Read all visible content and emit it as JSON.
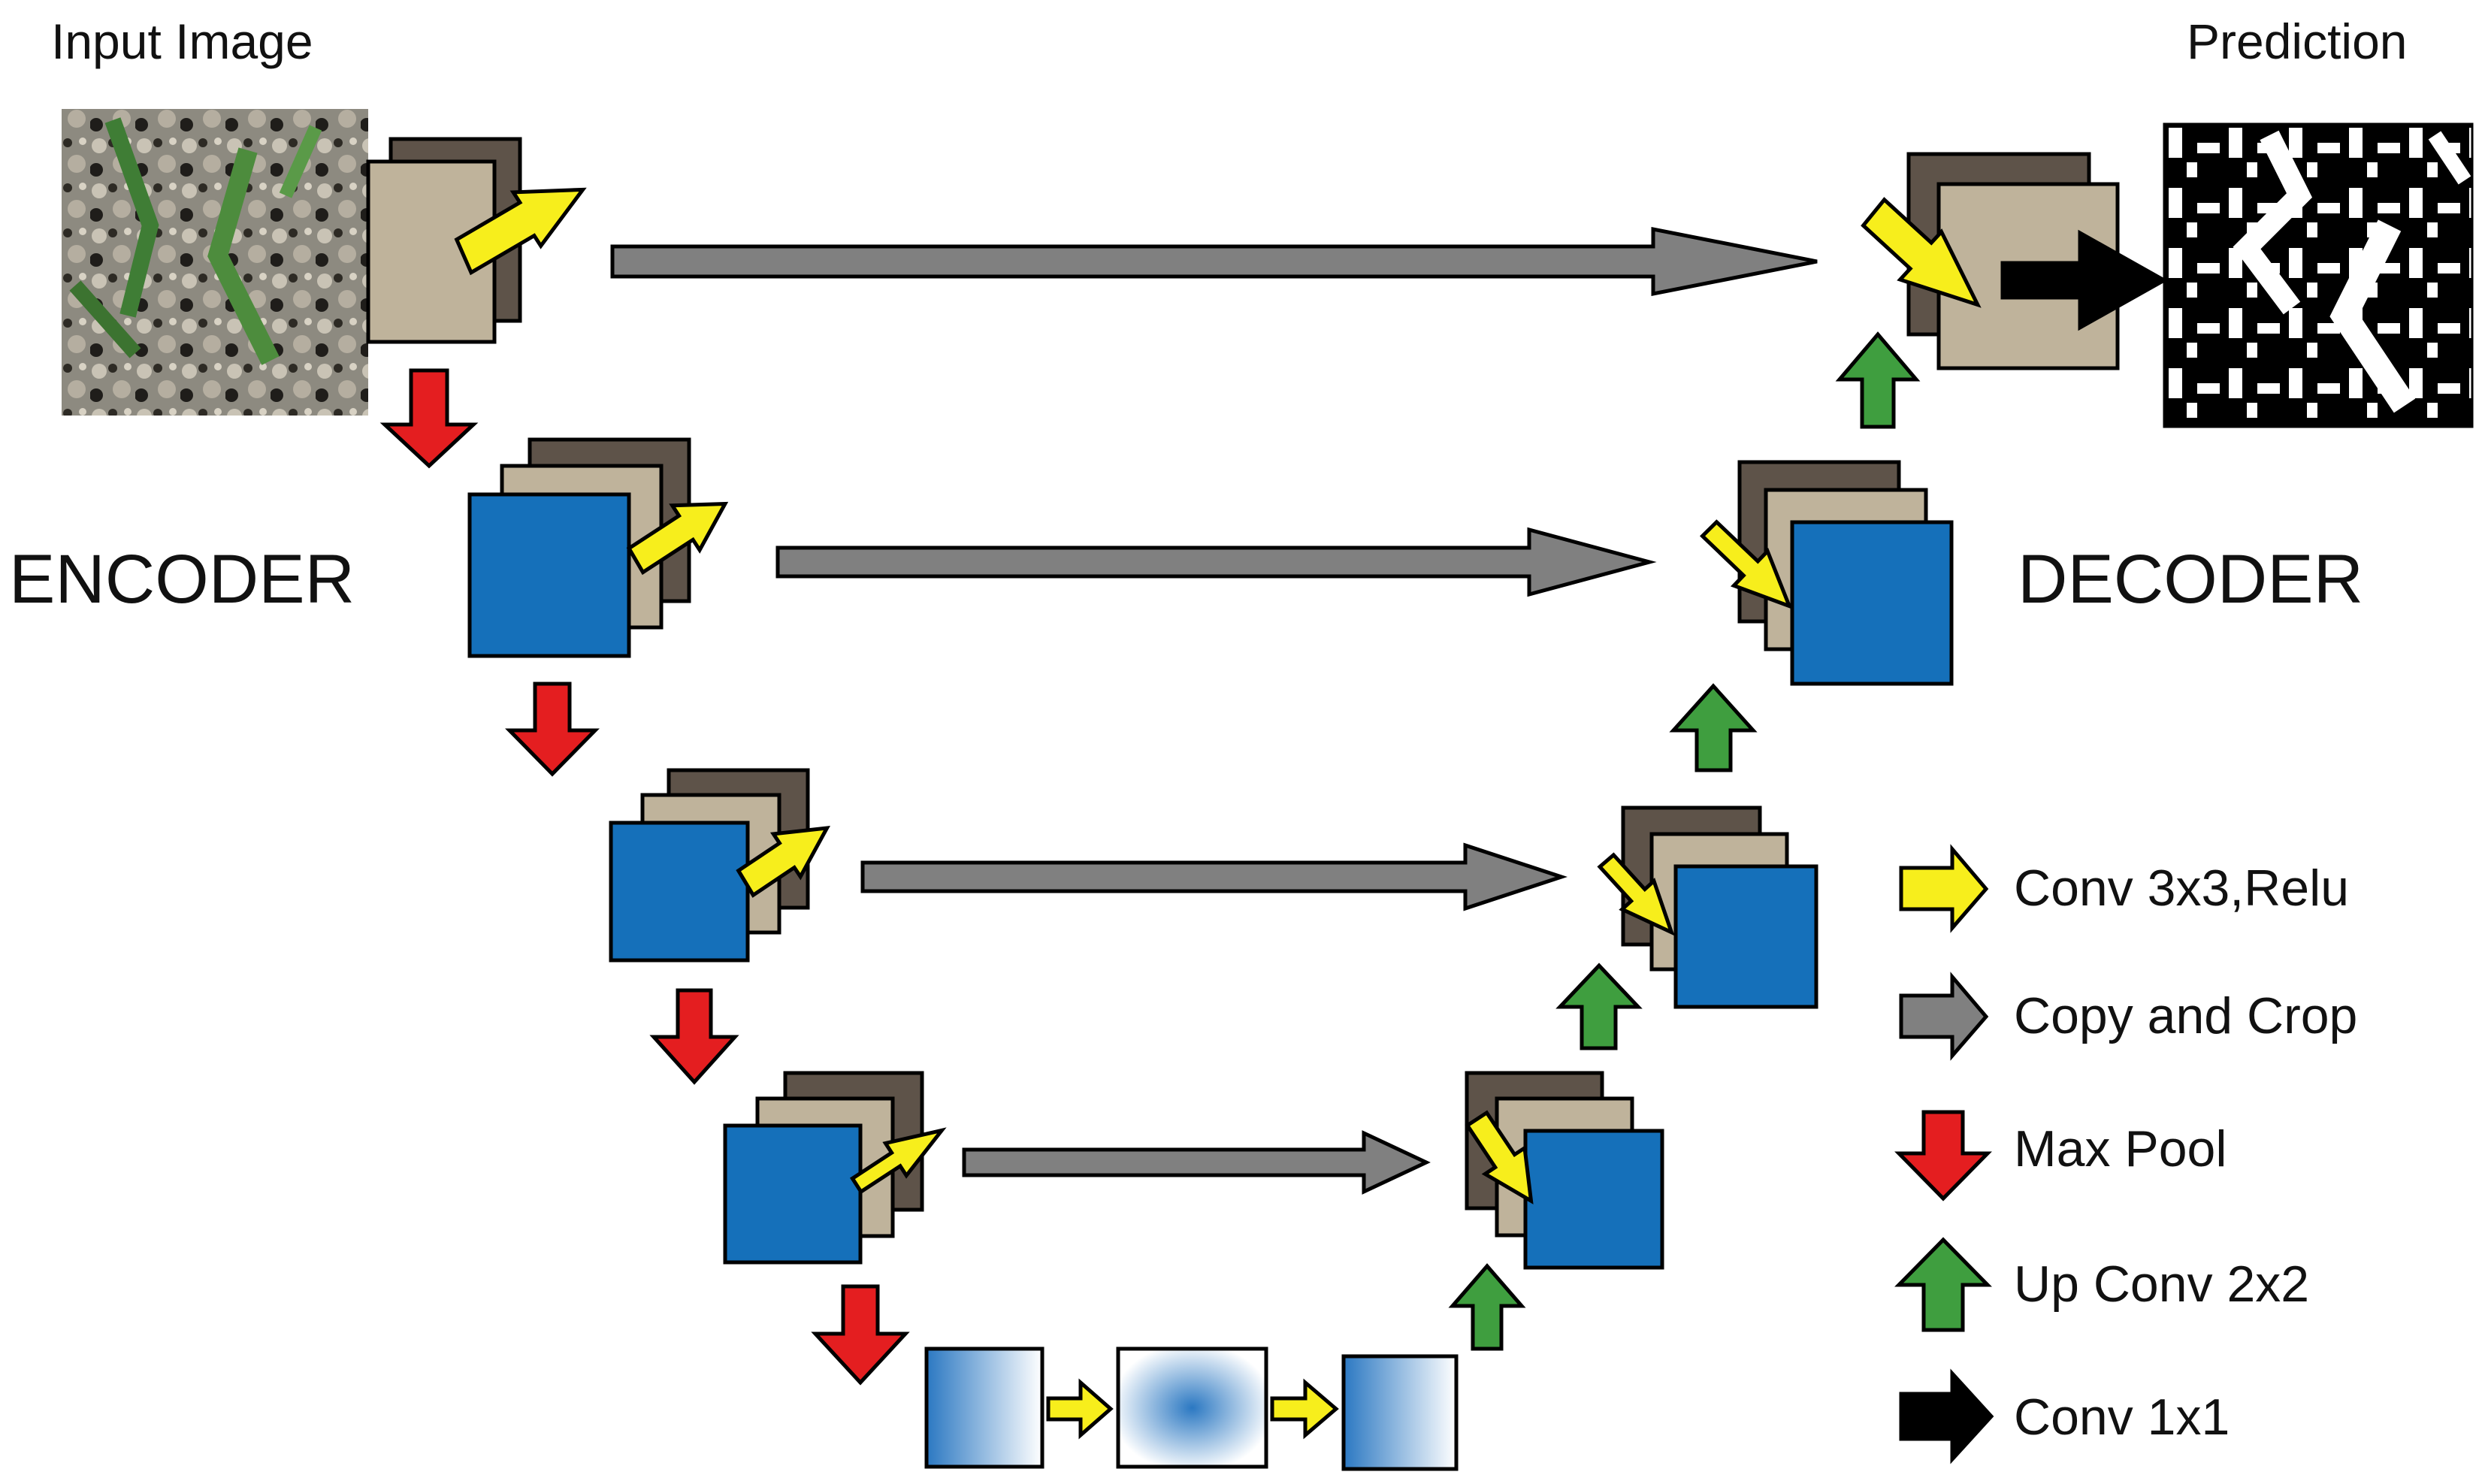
{
  "labels": {
    "input_image": "Input Image",
    "prediction": "Prediction",
    "encoder": "ENCODER",
    "decoder": "DECODER"
  },
  "legend": [
    {
      "icon": "yellow-right-arrow-icon",
      "text": "Conv 3x3,Relu",
      "color": "#f7ee1c"
    },
    {
      "icon": "gray-right-arrow-icon",
      "text": "Copy and Crop",
      "color": "#808080"
    },
    {
      "icon": "red-down-arrow-icon",
      "text": "Max Pool",
      "color": "#e41e20"
    },
    {
      "icon": "green-up-arrow-icon",
      "text": "Up Conv 2x2",
      "color": "#3f9e3f"
    },
    {
      "icon": "black-right-arrow-icon",
      "text": "Conv 1x1",
      "color": "#000000"
    }
  ],
  "colors": {
    "feature_dark": "#5e5349",
    "feature_light": "#bfb39b",
    "feature_blue": "#1570ba",
    "conv": "#f7ee1c",
    "copy": "#808080",
    "pool": "#e41e20",
    "upconv": "#3f9e3f",
    "conv1x1": "#000000"
  }
}
